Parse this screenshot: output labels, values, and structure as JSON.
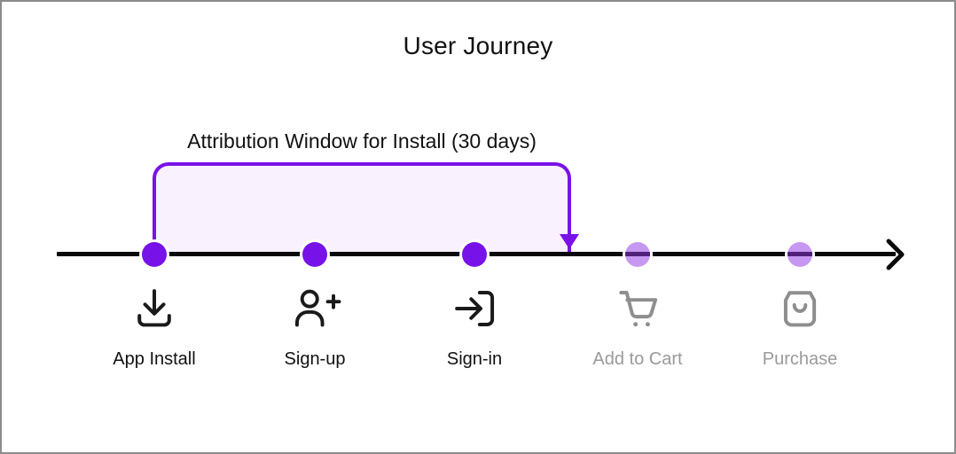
{
  "title": "User Journey",
  "annotation": {
    "label": "Attribution Window for Install (30 days)",
    "arrow_icon": "arrow-down-icon"
  },
  "timeline": {
    "axis_arrow_icon": "chevron-right-icon",
    "events": [
      {
        "label": "App Install",
        "icon": "download-icon",
        "state": "active",
        "in_window": true
      },
      {
        "label": "Sign-up",
        "icon": "person-plus-icon",
        "state": "active",
        "in_window": true
      },
      {
        "label": "Sign-in",
        "icon": "login-icon",
        "state": "active",
        "in_window": true
      },
      {
        "label": "Add to Cart",
        "icon": "cart-icon",
        "state": "inactive",
        "in_window": false
      },
      {
        "label": "Purchase",
        "icon": "shopping-bag-icon",
        "state": "inactive",
        "in_window": false
      }
    ]
  },
  "colors": {
    "accent": "#7A12E8",
    "active_dot": "#7712E8",
    "inactive_dot": "#C699F1",
    "window_fill": "#F9F1FE",
    "active_text": "#111111",
    "inactive_text": "#9A9A9A",
    "axis": "#0A0A0A",
    "canvas_border": "#8C8C8C",
    "background": "#FFFFFF"
  }
}
